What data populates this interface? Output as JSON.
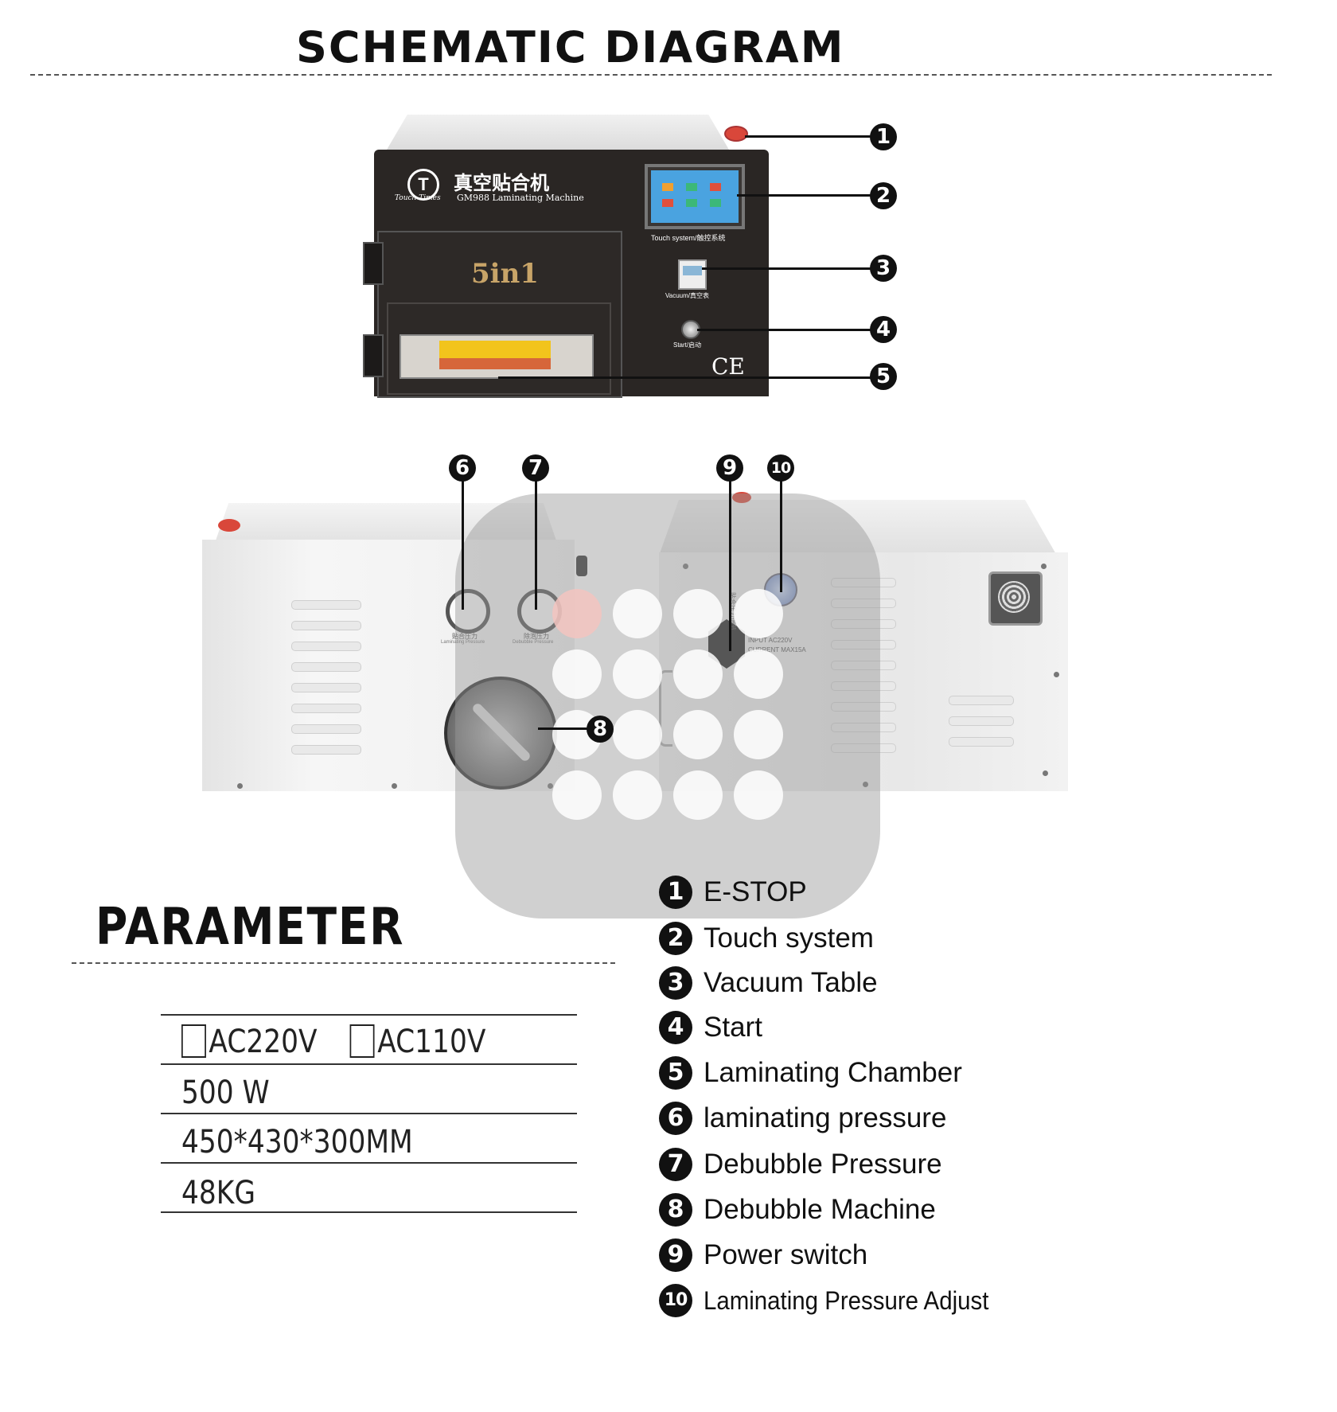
{
  "header": {
    "title": "SCHEMATIC DIAGRAM"
  },
  "machine_front": {
    "brand_cn": "真空贴合机",
    "brand_en": "Touch Times",
    "model": "GM988  Laminating  Machine",
    "badge": "5in1",
    "touch_label": "Touch system/触控系统",
    "vacuum_label": "Vacuum/真空表",
    "start_label": "Start/启动",
    "ce_mark": "CE"
  },
  "machine_back": {
    "gauge1_label": "贴合压力",
    "gauge1_sub": "Laminating Pressure",
    "gauge2_label": "除泡压力",
    "gauge2_sub": "Debubble Pressure",
    "input_label": "INPUT  AC220V",
    "current_label": "CURRENT  MAX15A",
    "adjust_label": "贴合压力调节"
  },
  "callouts": [
    "1",
    "2",
    "3",
    "4",
    "5",
    "6",
    "7",
    "8",
    "9",
    "10"
  ],
  "parameter": {
    "title": "PARAMETER",
    "voltage_opt1": "AC220V",
    "voltage_opt2": "AC110V",
    "power": "500 W",
    "size": "450*430*300MM",
    "weight": "48KG"
  },
  "legend": [
    {
      "num": "1",
      "label": "E-STOP"
    },
    {
      "num": "2",
      "label": "Touch system"
    },
    {
      "num": "3",
      "label": "Vacuum Table"
    },
    {
      "num": "4",
      "label": "Start"
    },
    {
      "num": "5",
      "label": "Laminating Chamber"
    },
    {
      "num": "6",
      "label": "laminating pressure"
    },
    {
      "num": "7",
      "label": "Debubble Pressure"
    },
    {
      "num": "8",
      "label": "Debubble Machine"
    },
    {
      "num": "9",
      "label": "Power switch"
    },
    {
      "num": "10",
      "label": "Laminating Pressure Adjust"
    }
  ],
  "colors": {
    "estop": "#d9473a",
    "front_panel": "#2a2624",
    "accent_orange": "#c8a468"
  }
}
